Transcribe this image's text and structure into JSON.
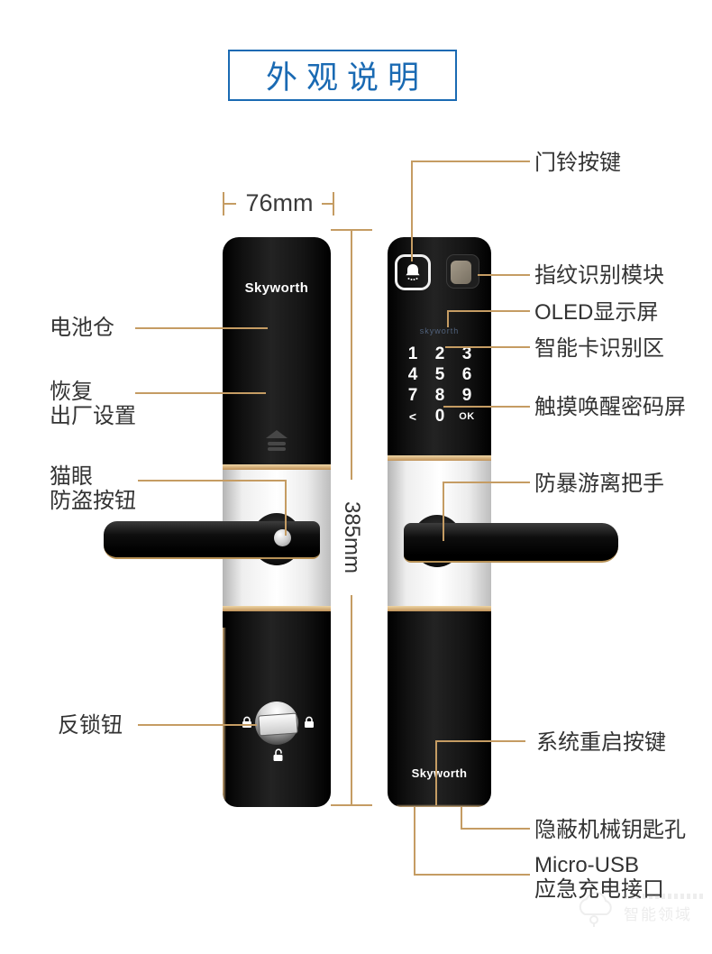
{
  "title": "外观说明",
  "dimensions": {
    "width": "76mm",
    "height": "385mm"
  },
  "left_lock": {
    "brand": "Skyworth",
    "labels": {
      "battery": "电池仓",
      "reset1": "恢复",
      "reset2": "出厂设置",
      "peephole1": "猫眼",
      "peephole2": "防盗按钮",
      "deadbolt": "反锁钮"
    }
  },
  "right_lock": {
    "screen_brand": "skyworth",
    "brand": "Skyworth",
    "keypad": [
      "1",
      "2",
      "3",
      "4",
      "5",
      "6",
      "7",
      "8",
      "9",
      "<",
      "0",
      "OK"
    ],
    "labels": {
      "doorbell": "门铃按键",
      "fingerprint": "指纹识别模块",
      "oled": "OLED显示屏",
      "smartcard": "智能卡识别区",
      "touchwake": "触摸唤醒密码屏",
      "handle": "防暴游离把手",
      "restart": "系统重启按键",
      "keyhole": "隐蔽机械钥匙孔",
      "usb1": "Micro-USB",
      "usb2": "应急充电接口"
    }
  },
  "watermark": {
    "text": "智能领域"
  },
  "colors": {
    "accent": "#1a6ab3",
    "callout": "#c59c63",
    "gold": "#d3ac74"
  }
}
